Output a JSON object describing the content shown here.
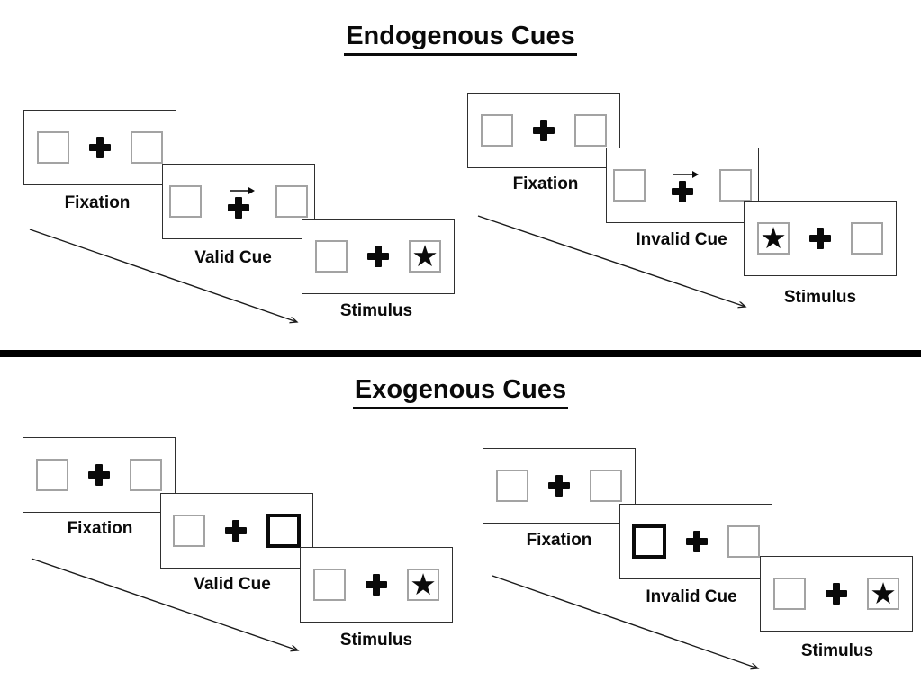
{
  "canvas": {
    "background": "#ffffff",
    "divider_color": "#000000",
    "ink_color": "#0a0a0a",
    "box_border_color": "#a3a3a3"
  },
  "symbols": {
    "star": "★"
  },
  "icons": {
    "fixation_cross": "plus-cross",
    "cue_arrow": "right-arrow",
    "timeline_arrow": "diagonal-arrow-down-right"
  },
  "sections": [
    {
      "title": "Endogenous Cues",
      "groups": [
        {
          "trial_type": "valid",
          "cue_symbol": "right-arrow above fixation cross",
          "panels": [
            {
              "label": "Fixation",
              "star_side": "none"
            },
            {
              "label": "Valid Cue",
              "star_side": "none"
            },
            {
              "label": "Stimulus",
              "star_side": "right"
            }
          ]
        },
        {
          "trial_type": "invalid",
          "cue_symbol": "right-arrow above fixation cross",
          "panels": [
            {
              "label": "Fixation",
              "star_side": "none"
            },
            {
              "label": "Invalid Cue",
              "star_side": "none"
            },
            {
              "label": "Stimulus",
              "star_side": "left"
            }
          ]
        }
      ]
    },
    {
      "title": "Exogenous Cues",
      "groups": [
        {
          "trial_type": "valid",
          "cue_symbol": "thick black border on right box",
          "highlighted_box": "right",
          "panels": [
            {
              "label": "Fixation",
              "star_side": "none"
            },
            {
              "label": "Valid Cue",
              "star_side": "none"
            },
            {
              "label": "Stimulus",
              "star_side": "right"
            }
          ]
        },
        {
          "trial_type": "invalid",
          "cue_symbol": "thick black border on left box",
          "highlighted_box": "left",
          "panels": [
            {
              "label": "Fixation",
              "star_side": "none"
            },
            {
              "label": "Invalid Cue",
              "star_side": "none"
            },
            {
              "label": "Stimulus",
              "star_side": "right"
            }
          ]
        }
      ]
    }
  ]
}
